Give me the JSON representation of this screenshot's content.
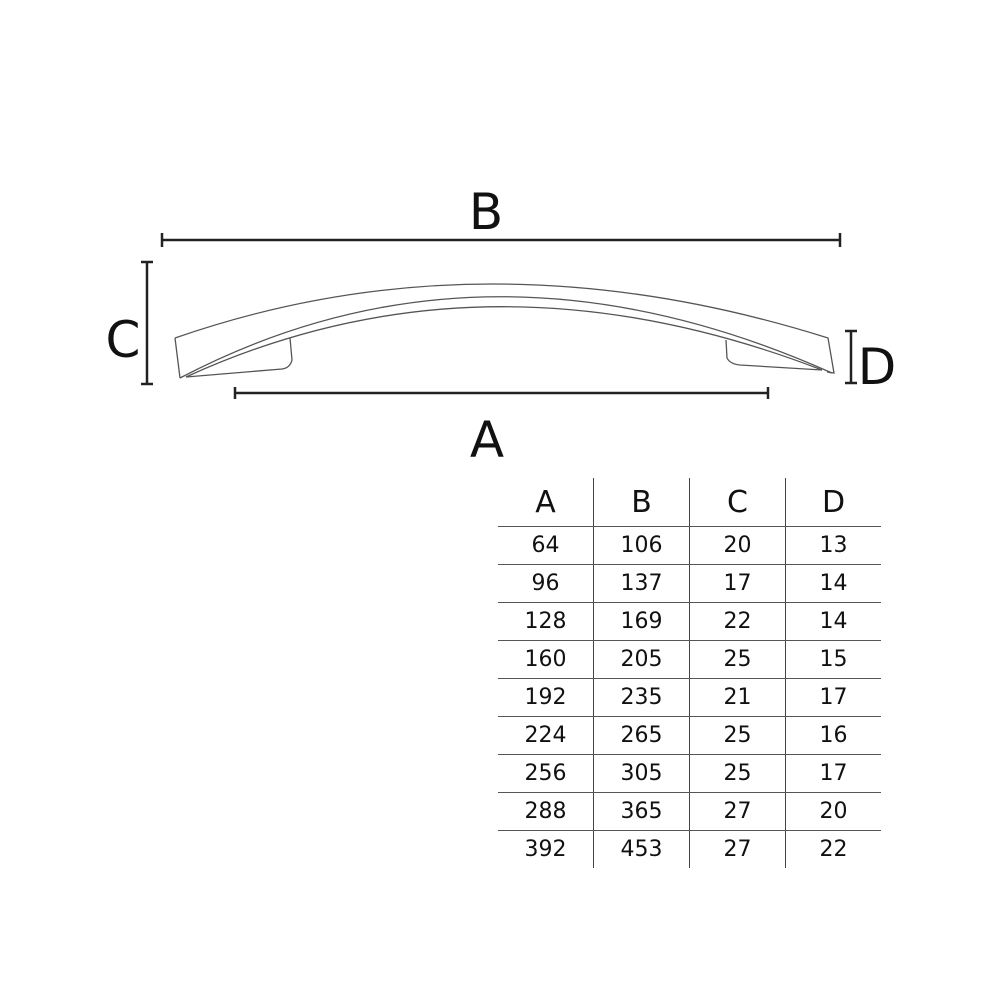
{
  "dimension_labels": {
    "A": "A",
    "B": "B",
    "C": "C",
    "D": "D"
  },
  "table": {
    "headers": [
      "A",
      "B",
      "C",
      "D"
    ],
    "rows": [
      [
        "64",
        "106",
        "20",
        "13"
      ],
      [
        "96",
        "137",
        "17",
        "14"
      ],
      [
        "128",
        "169",
        "22",
        "14"
      ],
      [
        "160",
        "205",
        "25",
        "15"
      ],
      [
        "192",
        "235",
        "21",
        "17"
      ],
      [
        "224",
        "265",
        "25",
        "16"
      ],
      [
        "256",
        "305",
        "25",
        "17"
      ],
      [
        "288",
        "365",
        "27",
        "20"
      ],
      [
        "392",
        "453",
        "27",
        "22"
      ]
    ]
  }
}
